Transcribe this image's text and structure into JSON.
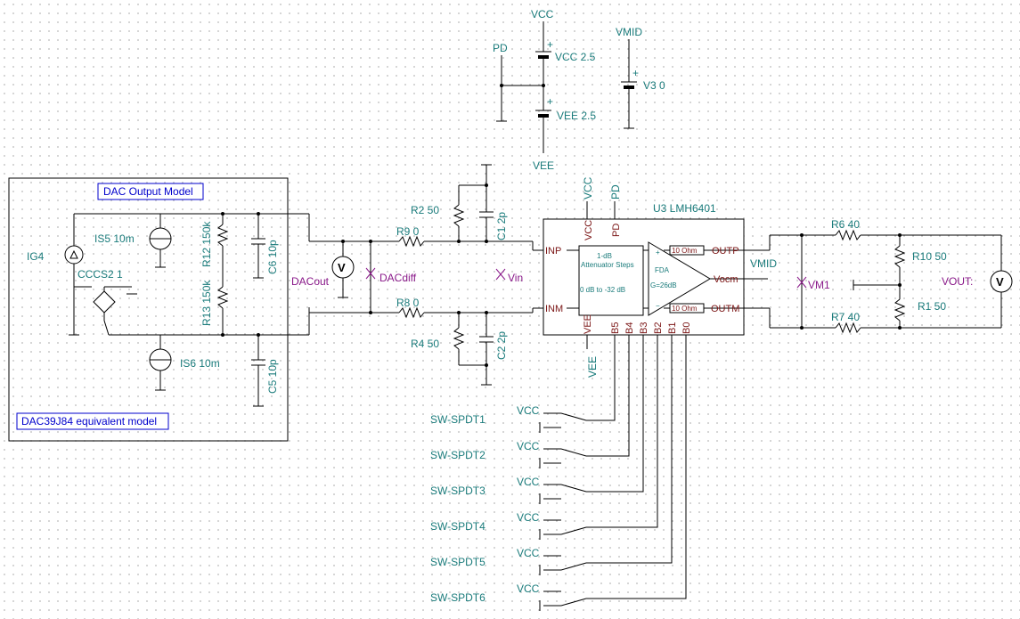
{
  "supply": {
    "vcc_label": "VCC",
    "vcc_source": "VCC 2.5",
    "vee_label": "VEE",
    "vee_source": "VEE 2.5",
    "pd_label": "PD",
    "vmid_label": "VMID",
    "v3_source": "V3 0"
  },
  "dac_model": {
    "box_title": "DAC Output Model",
    "footer": "DAC39J84 equivalent model",
    "ig4": "IG4",
    "is5": "IS5 10m",
    "is6": "IS6 10m",
    "cccs2": "CCCS2 1",
    "r12": "R12 150k",
    "r13": "R13 150k",
    "c6": "C6 10p",
    "c5": "C5 10p"
  },
  "interconnect": {
    "dacout": "DACout",
    "dacdiff": "DACdiff",
    "vin": "Vin",
    "r2": "R2 50",
    "r9": "R9 0",
    "r8": "R8 0",
    "r4": "R4 50",
    "c1": "C1 2p",
    "c2": "C2 2p"
  },
  "amp": {
    "title": "U3 LMH6401",
    "pin_vcc": "VCC",
    "pin_pd": "PD",
    "pin_vee": "VEE",
    "pin_inp": "INP",
    "pin_inm": "INM",
    "pin_outp": "OUTP",
    "pin_vocm": "Vocm",
    "pin_outm": "OUTM",
    "b5": "B5",
    "b4": "B4",
    "b3": "B3",
    "b2": "B2",
    "b1": "B1",
    "b0": "B0",
    "att1": "1-dB",
    "att2": "Attenuator Steps",
    "att3": "0 dB to -32 dB",
    "fda": "FDA",
    "gain": "G=26dB",
    "r_top": "10 Ohm",
    "r_bot": "10 Ohm",
    "vee_net": "VEE"
  },
  "output": {
    "vmid": "VMID",
    "vm1": "VM1",
    "r6": "R6 40",
    "r7": "R7 40",
    "r10": "R10 50",
    "r1": "R1 50",
    "vout": "VOUT:"
  },
  "switches": {
    "vcc": "VCC",
    "labels": [
      "SW-SPDT1",
      "SW-SPDT2",
      "SW-SPDT3",
      "SW-SPDT4",
      "SW-SPDT5",
      "SW-SPDT6"
    ]
  },
  "meter_symbol": "V"
}
